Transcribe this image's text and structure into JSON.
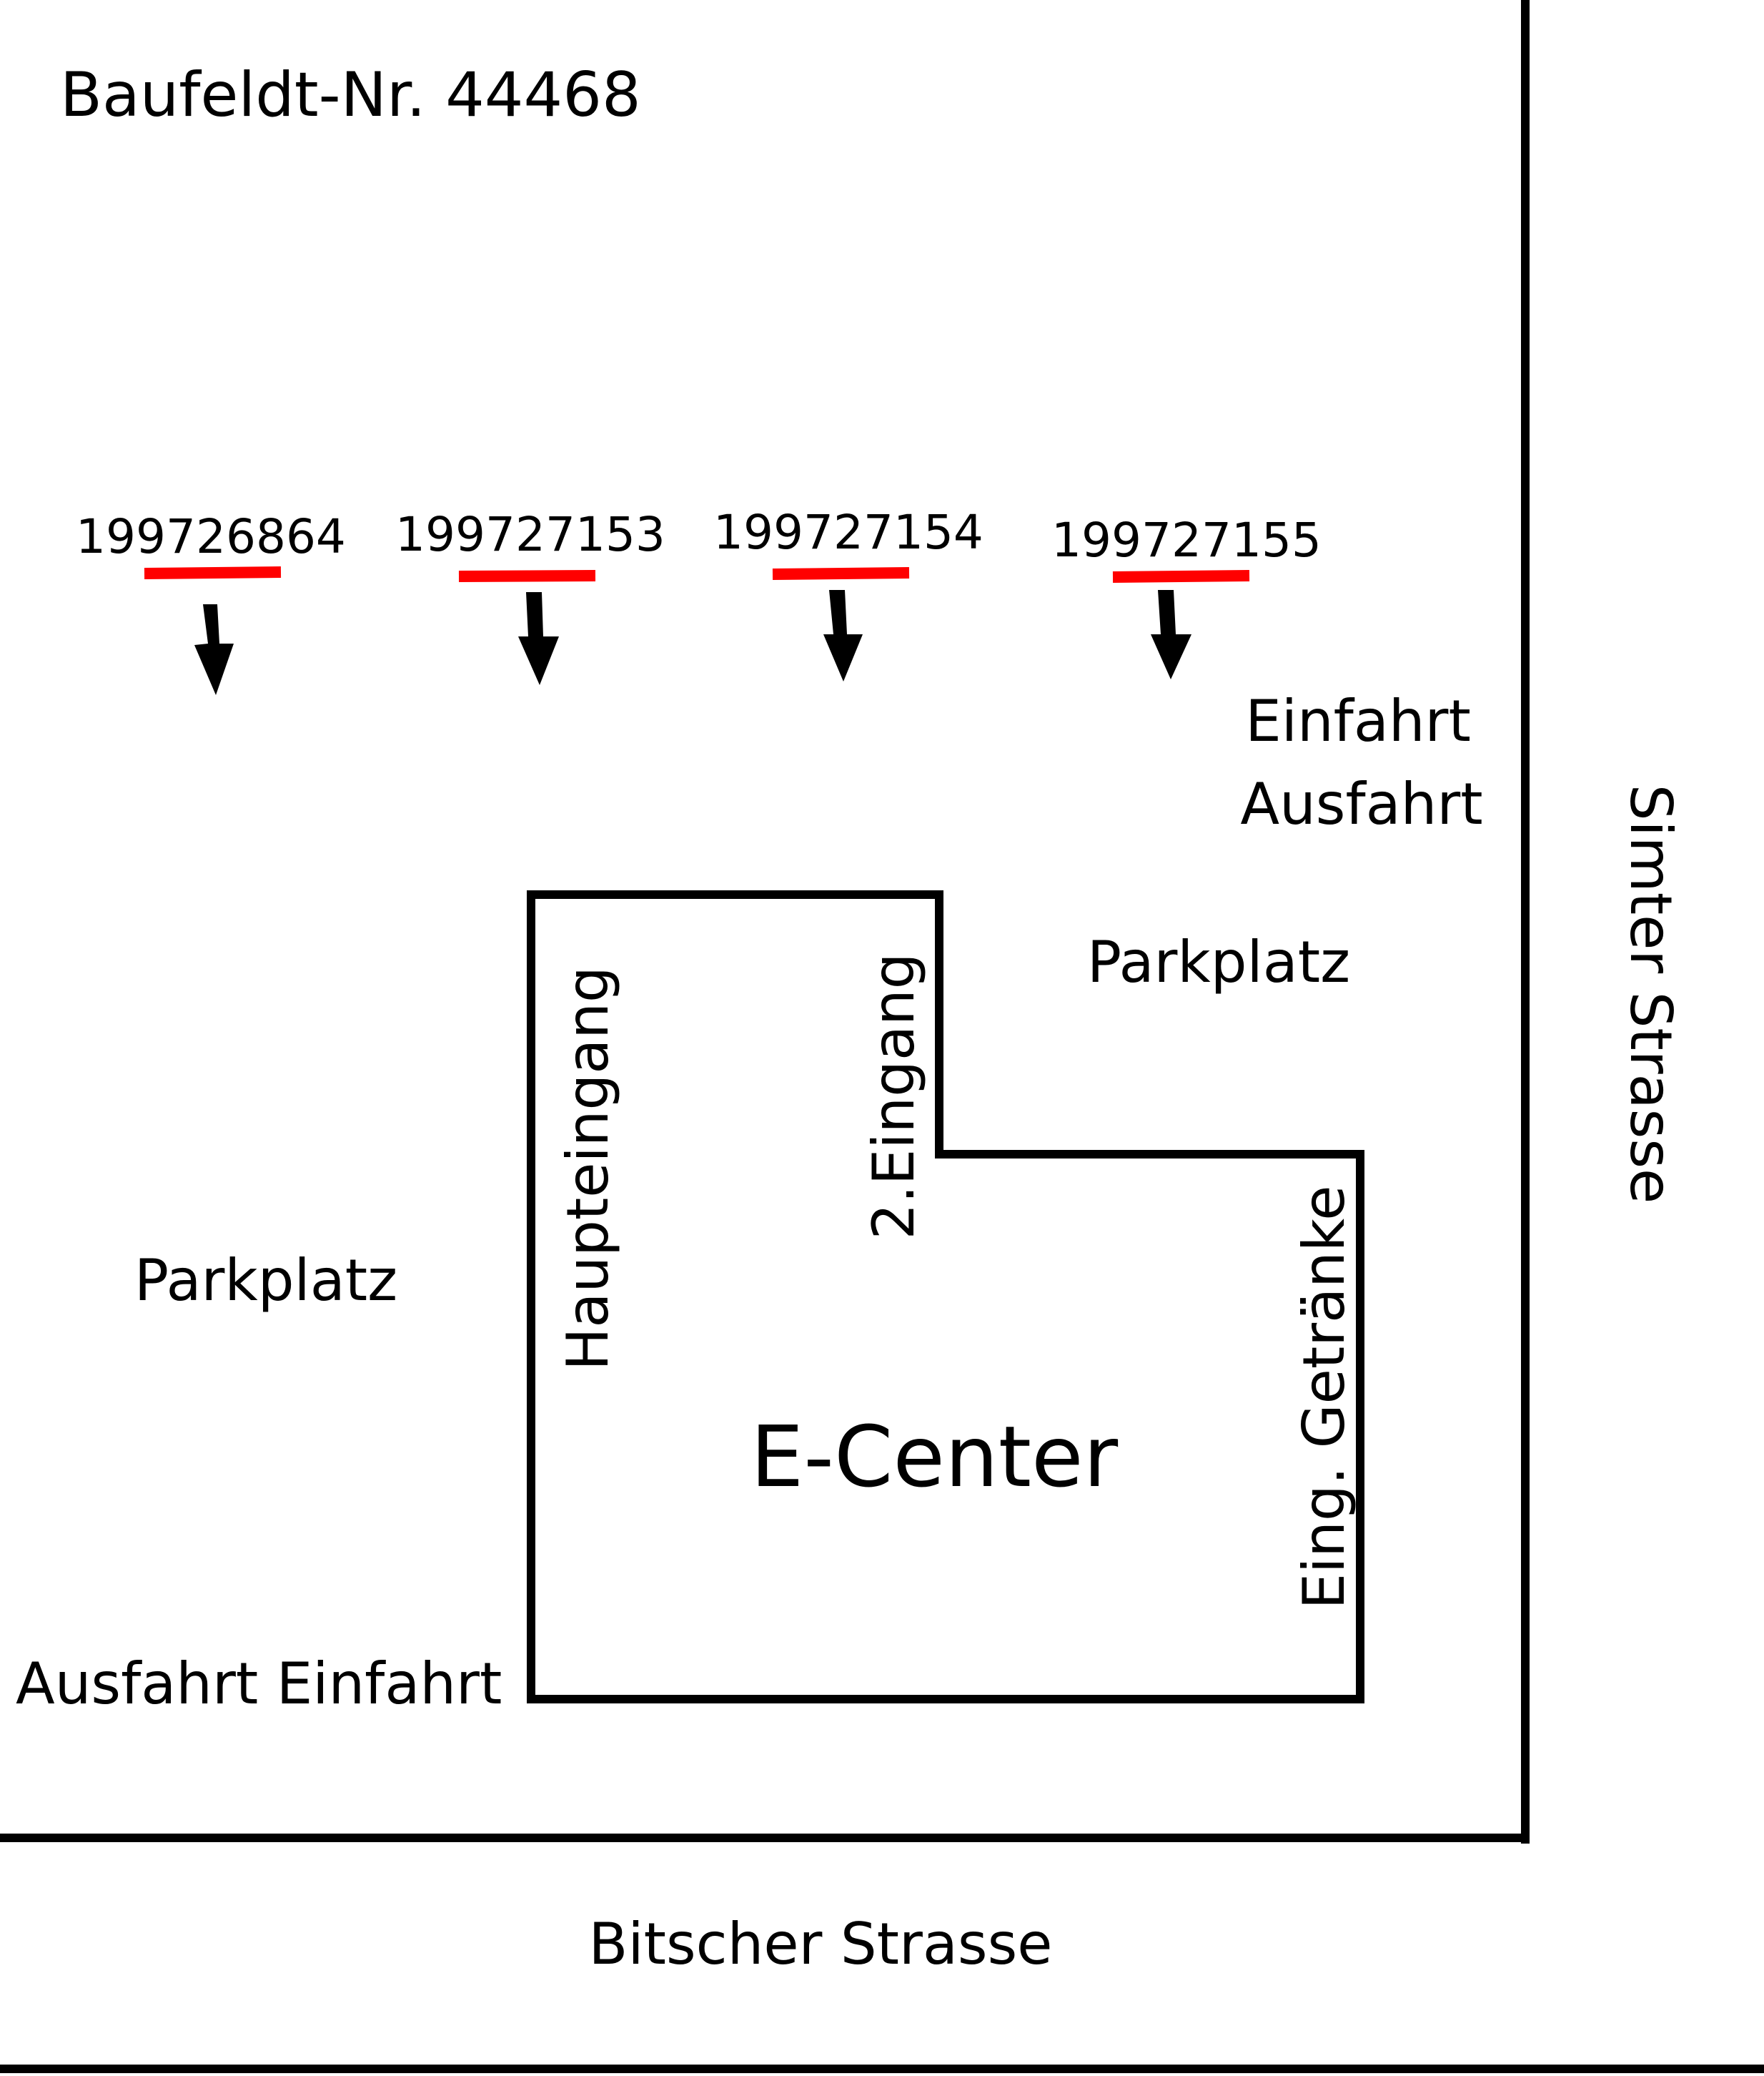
{
  "title": "Baufeldt-Nr. 44468",
  "colors": {
    "line": "#000000",
    "marker": "#ff0000",
    "background": "#ffffff"
  },
  "parking_numbers": [
    {
      "number": "199726864"
    },
    {
      "number": "199727153"
    },
    {
      "number": "199727154"
    },
    {
      "number": "199727155"
    }
  ],
  "labels": {
    "entry_exit_top": "Einfahrt",
    "exit_top": "Ausfahrt",
    "parking_right": "Parkplatz",
    "parking_left": "Parkplatz",
    "main_entrance": "Haupteingang",
    "second_entrance": "2.Eingang",
    "drinks_entrance": "Eing. Getränke",
    "building": "E-Center",
    "exit_entry_bottom": "Ausfahrt Einfahrt"
  },
  "streets": {
    "right": "Simter Strasse",
    "bottom": "Bitscher Strasse"
  }
}
